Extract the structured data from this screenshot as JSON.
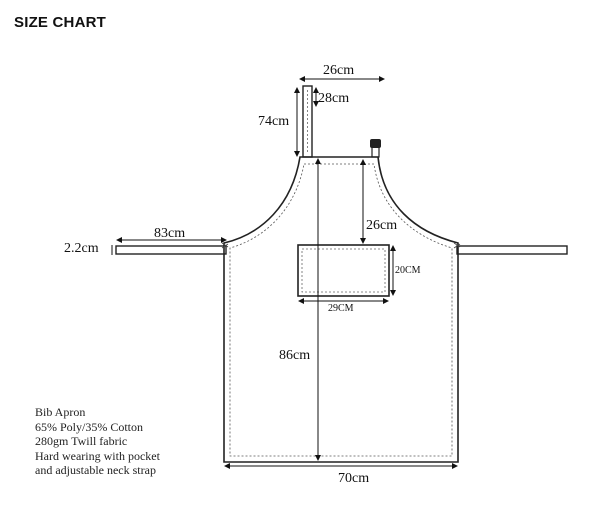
{
  "title": "SIZE CHART",
  "dimensions": {
    "strap_width": "26cm",
    "strap_length_top": "28cm",
    "neck_strap": "74cm",
    "pocket_from_top": "26cm",
    "waist_tie": "83cm",
    "tie_width": "2.2cm",
    "pocket_height": "20CM",
    "pocket_width": "29CM",
    "apron_length": "86cm",
    "apron_width": "70cm"
  },
  "description": [
    "Bib Apron",
    "65% Poly/35% Cotton",
    "280gm Twill fabric",
    "Hard wearing with pocket",
    "and adjustable neck strap"
  ]
}
